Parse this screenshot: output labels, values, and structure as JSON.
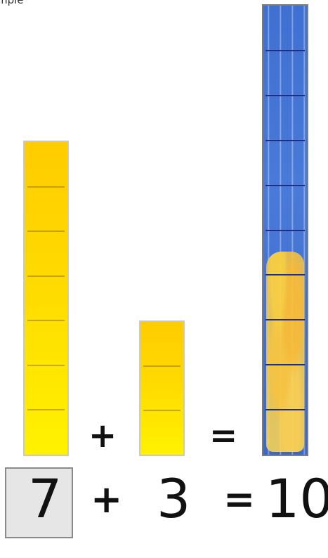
{
  "header": {
    "corner_text": "mple"
  },
  "blocks": {
    "left_bar_units": 7,
    "middle_bar_units": 3,
    "right_bar_units": 10,
    "left_bar_color": "#ffd400",
    "middle_bar_color": "#ffd400",
    "right_bar_color": "#3f6fd0",
    "right_bar_fill_color": "#ffc83c"
  },
  "visual_equation": {
    "plus": "+",
    "equals": "="
  },
  "equation": {
    "addend1": "7",
    "plus": "+",
    "addend2": "3",
    "equals": "=",
    "result": "10"
  }
}
